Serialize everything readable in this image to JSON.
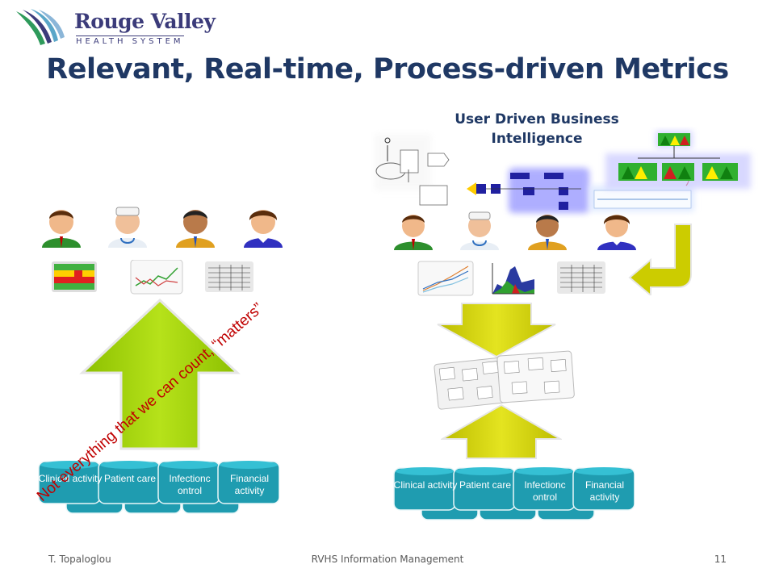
{
  "logo": {
    "name": "Rouge Valley",
    "subtitle": "HEALTH SYSTEM"
  },
  "title": "Relevant, Real-time, Process-driven Metrics",
  "bi_title": "User Driven Business Intelligence",
  "quote": "Not everything that we can count, “matters”",
  "left_sources": [
    "Clinical activity",
    "Patient care",
    "Infectionc ontrol",
    "Financial activity"
  ],
  "right_sources": [
    "Clinical activity",
    "Patient care",
    "Infectionc ontrol",
    "Financial activity"
  ],
  "footer": {
    "author": "T. Topaloglou",
    "center": "RVHS Information Management",
    "page": "11"
  },
  "colors": {
    "title": "#1f3864",
    "cylinder": "#1fa3b8",
    "arrow_green": "#9acd00",
    "arrow_yellow": "#d4d400",
    "quote": "#c00000"
  }
}
